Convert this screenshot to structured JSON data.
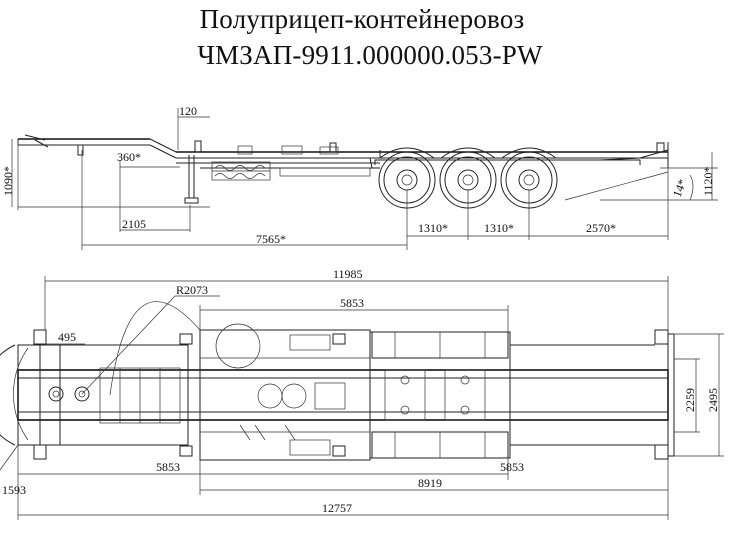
{
  "title": {
    "line1": "Полуприцеп-контейнеровоз",
    "line2": "ЧМЗАП-9911.000000.053-PW"
  },
  "side_view": {
    "dims": {
      "d120": "120",
      "d360": "360*",
      "d1090": "1090*",
      "d2105": "2105",
      "d7565": "7565*",
      "d1310a": "1310*",
      "d1310b": "1310*",
      "d2570": "2570*",
      "d1120": "1120*",
      "d14": "14*"
    }
  },
  "top_view": {
    "dims": {
      "d11985": "11985",
      "dR2073": "R2073",
      "d5853top": "5853",
      "d495": "495",
      "d2259": "2259",
      "d2495": "2495",
      "d5853left": "5853",
      "d5853right": "5853",
      "d8919": "8919",
      "d1593": "1593",
      "d12757": "12757"
    }
  }
}
